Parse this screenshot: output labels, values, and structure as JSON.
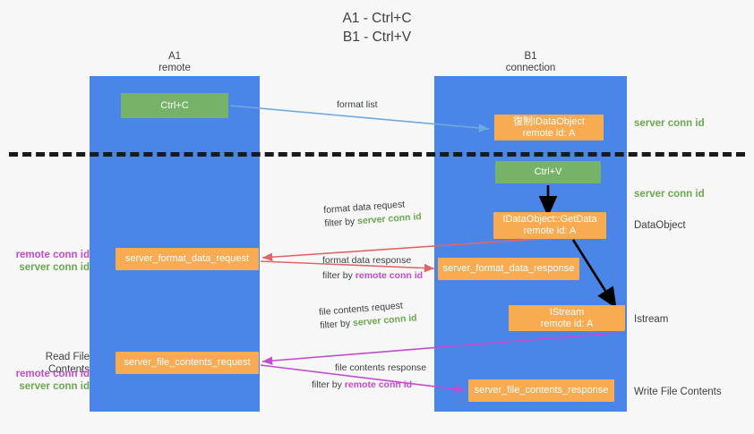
{
  "title": "A1 - Ctrl+C\nB1 - Ctrl+V",
  "lanes": [
    {
      "id": "a1",
      "header": "A1\nremote"
    },
    {
      "id": "b1",
      "header": "B1\nconnection"
    }
  ],
  "boxes": {
    "ctrl_c": "Ctrl+C",
    "idataobject": "復制IDataObject\nremote id: A",
    "ctrl_v": "Ctrl+V",
    "getdata": "IDataObject::GetData\nremote id: A",
    "server_format_data_request": "server_format_data_request",
    "server_format_data_response": "server_format_data_response",
    "istream": "IStream\nremote id: A",
    "server_file_contents_request": "server_file_contents_request",
    "server_file_contents_response": "server_file_contents_response"
  },
  "side_labels": {
    "server_conn_id_top": "server conn id",
    "server_conn_id_mid": "server conn id",
    "dataobject": "DataObject",
    "istream": "Istream",
    "write_file_contents": "Write File Contents",
    "read_file_contents": "Read File Contents",
    "remote_conn_id_1": "remote conn id",
    "server_conn_id_1": "server conn id",
    "remote_conn_id_2": "remote conn id",
    "server_conn_id_2": "server conn id"
  },
  "flows": {
    "format_list": "format list",
    "format_data_request": "format data request",
    "format_data_request_filter_prefix": "filter by ",
    "format_data_request_filter_value": "server conn id",
    "format_data_response": "format data response",
    "format_data_response_filter_prefix": "filter by ",
    "format_data_response_filter_value": "remote conn id",
    "file_contents_request": "file contents request",
    "file_contents_request_filter_prefix": "filter by ",
    "file_contents_request_filter_value": "server conn id",
    "file_contents_response": "file contents response",
    "file_contents_response_filter_prefix": "filter by ",
    "file_contents_response_filter_value": "remote conn id"
  },
  "colors": {
    "lane": "#4a86e8",
    "green_box": "#76b369",
    "orange_box": "#f9ab52",
    "green_text": "#6aa84f",
    "magenta_text": "#c44ad0",
    "arrow_blue": "#6fa8dc",
    "arrow_red": "#e06666",
    "arrow_magenta": "#c44ad0",
    "arrow_black": "#000000",
    "divider": "#1a1a1a",
    "background": "#f7f7f7"
  }
}
